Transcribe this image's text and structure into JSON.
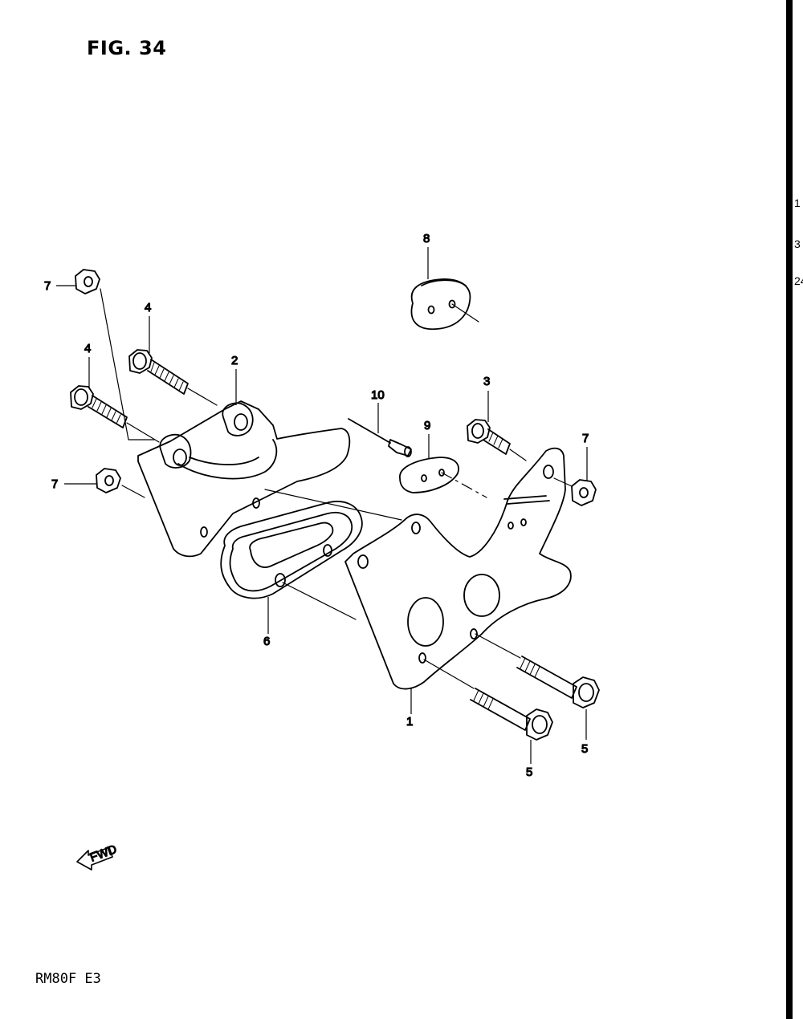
{
  "figure": {
    "title": "FIG. 34",
    "model": "RM80F  E3"
  },
  "fwd_badge": {
    "label": "FWD"
  },
  "callouts": [
    {
      "id": "c-8",
      "num": "8"
    },
    {
      "id": "c-4a",
      "num": "4"
    },
    {
      "id": "c-4b",
      "num": "4"
    },
    {
      "id": "c-2",
      "num": "2"
    },
    {
      "id": "c-10",
      "num": "10"
    },
    {
      "id": "c-3",
      "num": "3"
    },
    {
      "id": "c-9",
      "num": "9"
    },
    {
      "id": "c-7a",
      "num": "7"
    },
    {
      "id": "c-7b",
      "num": "7"
    },
    {
      "id": "c-7c",
      "num": "7"
    },
    {
      "id": "c-6",
      "num": "6"
    },
    {
      "id": "c-1",
      "num": "1"
    },
    {
      "id": "c-5a",
      "num": "5"
    },
    {
      "id": "c-5b",
      "num": "5"
    }
  ],
  "edge_fragments": [
    "1",
    "3",
    "24"
  ]
}
